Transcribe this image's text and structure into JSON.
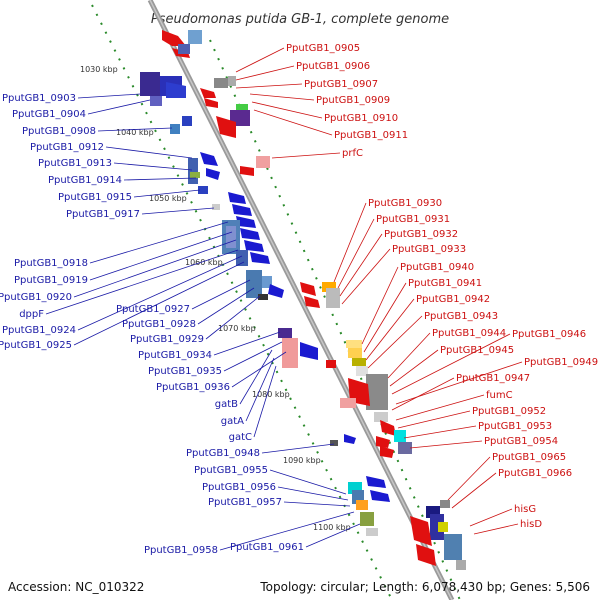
{
  "title": "Pseudomonas putida GB-1, complete genome",
  "footer": {
    "accession": "Accession: NC_010322",
    "summary": "Topology: circular; Length: 6,078,430 bp; Genes: 5,506"
  },
  "ruler_labels": [
    "1030 kbp",
    "1040 kbp",
    "1050 kbp",
    "1060 kbp",
    "1070 kbp",
    "1080 kbp",
    "1090 kbp",
    "1100 kbp"
  ],
  "labels_left": [
    "PputGB1_0903",
    "PputGB1_0904",
    "PputGB1_0908",
    "PputGB1_0912",
    "PputGB1_0913",
    "PputGB1_0914",
    "PputGB1_0915",
    "PputGB1_0917",
    "PputGB1_0918",
    "PputGB1_0919",
    "PputGB1_0920",
    "dppF",
    "PputGB1_0924",
    "PputGB1_0925",
    "PputGB1_0927",
    "PputGB1_0928",
    "PputGB1_0929",
    "PputGB1_0934",
    "PputGB1_0935",
    "PputGB1_0936",
    "gatB",
    "gatA",
    "gatC",
    "PputGB1_0948",
    "PputGB1_0955",
    "PputGB1_0956",
    "PputGB1_0957",
    "PputGB1_0958",
    "PputGB1_0961"
  ],
  "labels_right": [
    "PputGB1_0905",
    "PputGB1_0906",
    "PputGB1_0907",
    "PputGB1_0909",
    "PputGB1_0910",
    "PputGB1_0911",
    "prfC",
    "PputGB1_0930",
    "PputGB1_0931",
    "PputGB1_0932",
    "PputGB1_0933",
    "PputGB1_0940",
    "PputGB1_0941",
    "PputGB1_0942",
    "PputGB1_0943",
    "PputGB1_0944",
    "PputGB1_0945",
    "PputGB1_0946",
    "PputGB1_0949",
    "PputGB1_0947",
    "fumC",
    "PputGB1_0952",
    "PputGB1_0953",
    "PputGB1_0954",
    "PputGB1_0965",
    "PputGB1_0966",
    "hisG",
    "hisD"
  ],
  "colors": {
    "left_label": "#1a1aa6",
    "right_label": "#cc1111",
    "backbone": "#9a9a9a",
    "forward_gene": "#e01010",
    "reverse_gene": "#1a1ad0",
    "ruler_tick": "#2a8a2a"
  }
}
